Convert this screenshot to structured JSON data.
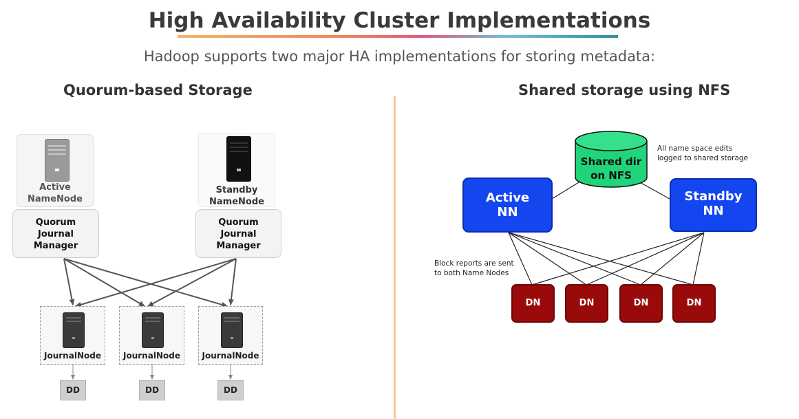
{
  "header": {
    "title": "High Availability Cluster Implementations",
    "subtitle": "Hadoop supports two major HA implementations for storing metadata:"
  },
  "left": {
    "title": "Quorum-based Storage",
    "active_nn": {
      "line1": "Active",
      "line2": "NameNode"
    },
    "standby_nn": {
      "line1": "Standby",
      "line2": "NameNode"
    },
    "qjm": {
      "line1": "Quorum",
      "line2": "Journal",
      "line3": "Manager"
    },
    "journal_label": "JournalNode",
    "dd_label": "DD"
  },
  "right": {
    "title": "Shared storage using NFS",
    "shared": {
      "line1": "Shared dir",
      "line2": "on NFS"
    },
    "shared_note": {
      "line1": "All name space edits",
      "line2": "logged to shared storage"
    },
    "active_nn": {
      "line1": "Active",
      "line2": "NN"
    },
    "standby_nn": {
      "line1": "Standby",
      "line2": "NN"
    },
    "block_note": {
      "line1": "Block reports are sent",
      "line2": "to both Name Nodes"
    },
    "dn_label": "DN"
  },
  "colors": {
    "nn_blue": "#1446f0",
    "dn_red": "#9b0a0a",
    "nfs_green": "#1fd47a",
    "divider": "#f5c890"
  }
}
